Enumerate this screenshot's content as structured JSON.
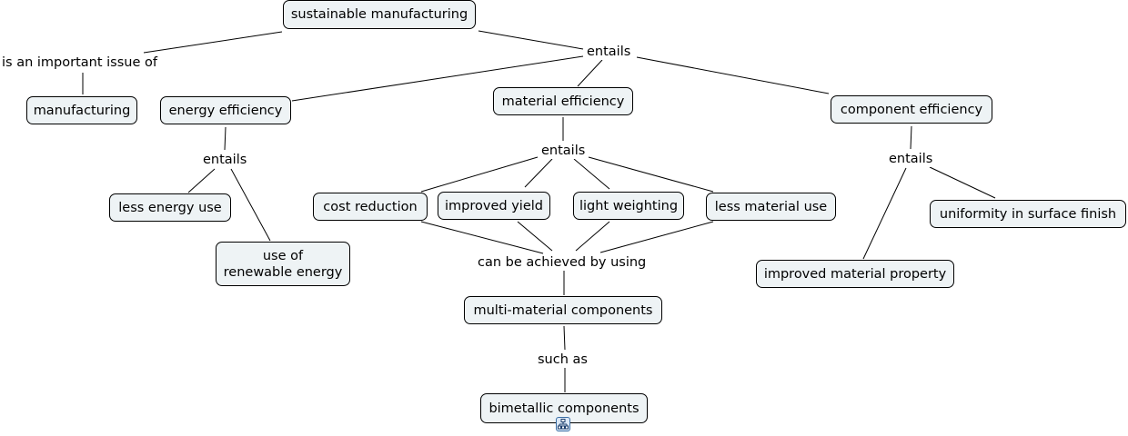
{
  "concepts": {
    "sustainable_manufacturing": "sustainable manufacturing",
    "manufacturing": "manufacturing",
    "energy_efficiency": "energy efficiency",
    "material_efficiency": "material efficiency",
    "component_efficiency": "component efficiency",
    "less_energy_use": "less energy use",
    "use_of_renewable_energy_line1": "use of",
    "use_of_renewable_energy_line2": "renewable energy",
    "cost_reduction": "cost reduction",
    "improved_yield": "improved yield",
    "light_weighting": "light weighting",
    "less_material_use": "less material use",
    "uniformity_in_surface_finish": "uniformity in surface finish",
    "improved_material_property": "improved material property",
    "multi_material_components": "multi-material components",
    "bimetallic_components": "bimetallic components"
  },
  "linking_phrases": {
    "is_an_important_issue_of": "is an important issue of",
    "entails_top": "entails",
    "entails_energy": "entails",
    "entails_material": "entails",
    "entails_component": "entails",
    "can_be_achieved_by_using": "can be achieved by using",
    "such_as": "such as"
  },
  "icons": {
    "submap": "sub-concept-map-icon"
  },
  "colors": {
    "node_fill": "#eef3f5",
    "node_border": "#000000",
    "link": "#000000"
  }
}
